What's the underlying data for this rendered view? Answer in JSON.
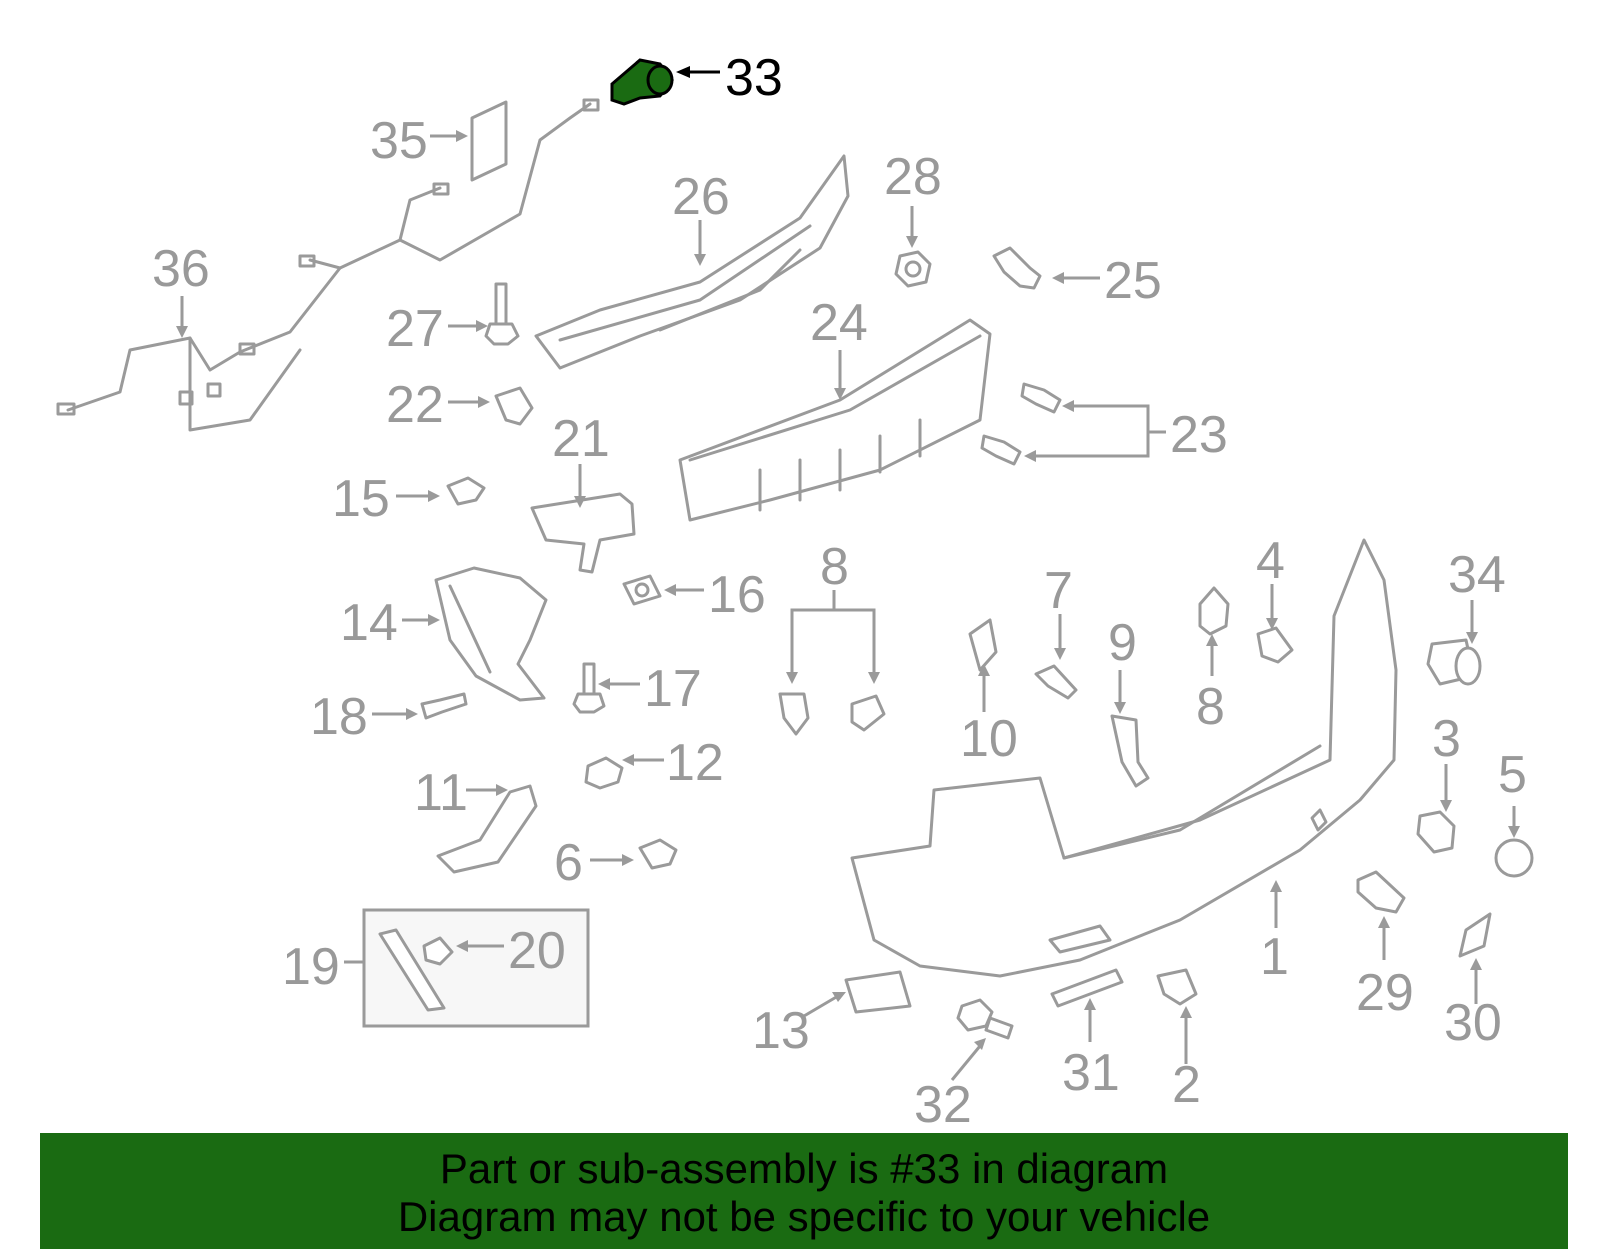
{
  "highlight": {
    "part": "33",
    "color": "#1a6b12"
  },
  "labels": {
    "p1": "1",
    "p2": "2",
    "p3": "3",
    "p4": "4",
    "p5": "5",
    "p6": "6",
    "p7": "7",
    "p8a": "8",
    "p8b": "8",
    "p9": "9",
    "p10": "10",
    "p11": "11",
    "p12": "12",
    "p13": "13",
    "p14": "14",
    "p15": "15",
    "p16": "16",
    "p17": "17",
    "p18": "18",
    "p19": "19",
    "p20": "20",
    "p21": "21",
    "p22": "22",
    "p23": "23",
    "p24": "24",
    "p25": "25",
    "p26": "26",
    "p27": "27",
    "p28": "28",
    "p29": "29",
    "p30": "30",
    "p31": "31",
    "p32": "32",
    "p33": "33",
    "p34": "34",
    "p35": "35",
    "p36": "36"
  },
  "banner": {
    "line1": "Part or sub-assembly is #33 in diagram",
    "line2": "Diagram may not be specific to your vehicle",
    "background": "#1a6b12"
  }
}
